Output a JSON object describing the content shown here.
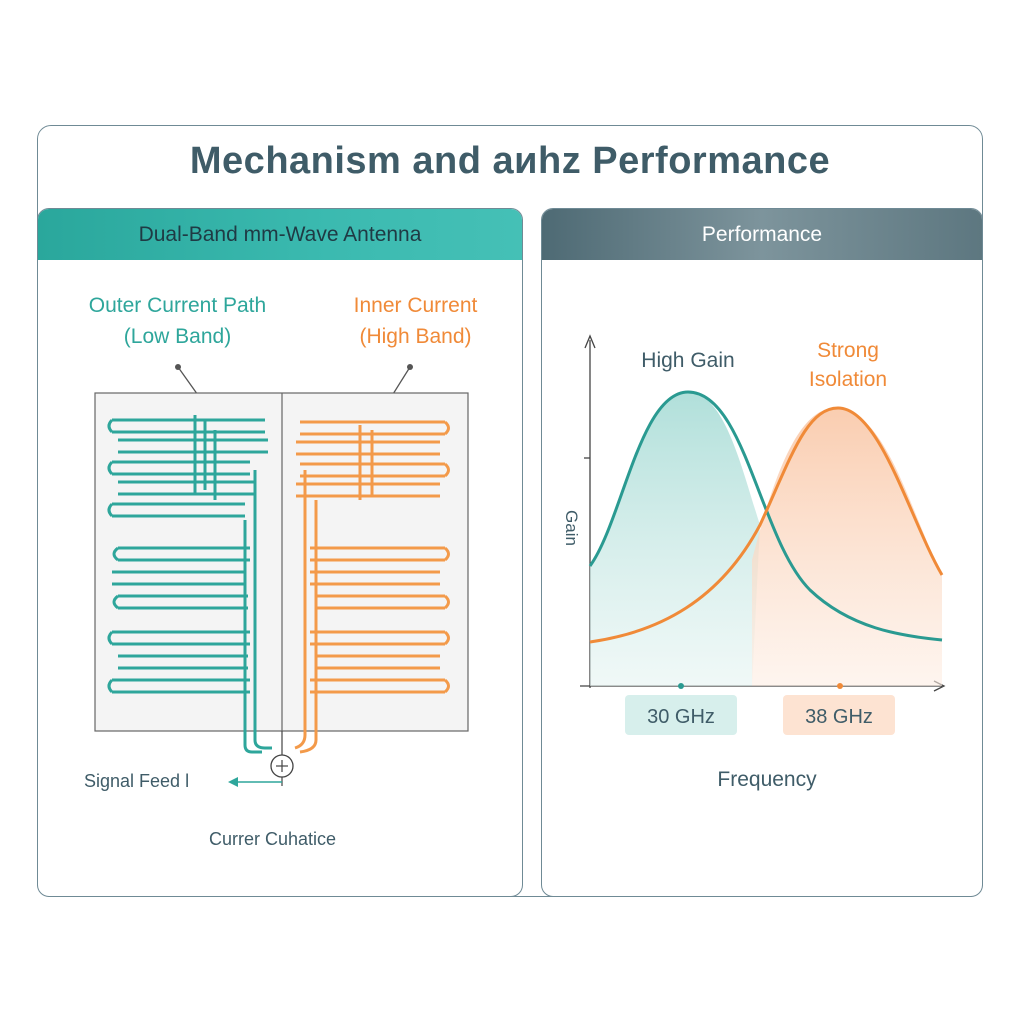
{
  "title": "Mechanism and аиhz Performance",
  "left_panel": {
    "header": "Dual-Band mm-Wave Antenna",
    "outer_label_line1": "Outer Current Path",
    "outer_label_line2": "(Low Band)",
    "inner_label_line1": "Inner Current",
    "inner_label_line2": "(High Band)",
    "feed_label": "Signal Feed l",
    "caption": "Currer Cuhatice",
    "colors": {
      "outer": "#2ea69b",
      "inner": "#f08a38"
    }
  },
  "right_panel": {
    "header": "Performance",
    "y_label": "Gain",
    "x_label": "Frequency",
    "annotation_gain": "High Gain",
    "annotation_isolation_line1": "Strong",
    "annotation_isolation_line2": "Isolation",
    "chart_data": {
      "type": "line",
      "x_categories": [
        "30 GHz",
        "38 GHz"
      ],
      "series": [
        {
          "name": "30 GHz",
          "color": "#2a9a91",
          "peak_x": "30 GHz"
        },
        {
          "name": "38 GHz",
          "color": "#f08a38",
          "peak_x": "38 GHz"
        }
      ],
      "grid": false
    }
  }
}
